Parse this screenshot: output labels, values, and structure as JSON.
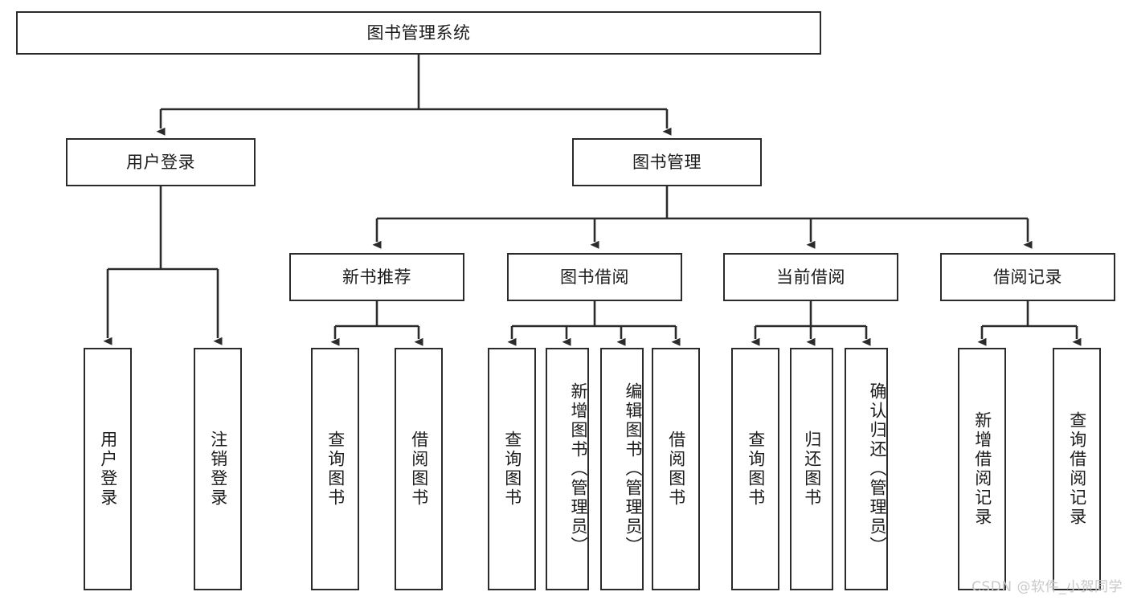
{
  "diagram": {
    "title": "图书管理系统",
    "type": "功能结构图",
    "watermark": "CSDN @软件_小贺同学",
    "colors": {
      "stroke": "#2b2b2b",
      "fill": "#ffffff",
      "text": "#1b1b1b",
      "watermark": "#c8c8c8"
    }
  },
  "nodes": {
    "root": {
      "label": "图书管理系统"
    },
    "level2": [
      {
        "id": "user-login",
        "label": "用户登录"
      },
      {
        "id": "book-manage",
        "label": "图书管理"
      }
    ],
    "level3": [
      {
        "id": "new-book-recommend",
        "label": "新书推荐"
      },
      {
        "id": "book-borrow",
        "label": "图书借阅"
      },
      {
        "id": "current-borrow",
        "label": "当前借阅"
      },
      {
        "id": "borrow-record",
        "label": "借阅记录"
      }
    ],
    "leaves": {
      "user-login": [
        {
          "id": "leaf-user-login",
          "label": "用户登录"
        },
        {
          "id": "leaf-user-logout",
          "label": "注销登录"
        }
      ],
      "new-book-recommend": [
        {
          "id": "leaf-query-book-1",
          "label": "查询图书"
        },
        {
          "id": "leaf-borrow-book-1",
          "label": "借阅图书"
        }
      ],
      "book-borrow": [
        {
          "id": "leaf-query-book-2",
          "label": "查询图书"
        },
        {
          "id": "leaf-add-book",
          "label": "新增图书（管理员）"
        },
        {
          "id": "leaf-edit-book",
          "label": "编辑图书（管理员）"
        },
        {
          "id": "leaf-borrow-book-2",
          "label": "借阅图书"
        }
      ],
      "current-borrow": [
        {
          "id": "leaf-query-book-3",
          "label": "查询图书"
        },
        {
          "id": "leaf-return-book",
          "label": "归还图书"
        },
        {
          "id": "leaf-confirm-return",
          "label": "确认归还（管理员）"
        }
      ],
      "borrow-record": [
        {
          "id": "leaf-add-record",
          "label": "新增借阅记录"
        },
        {
          "id": "leaf-query-record",
          "label": "查询借阅记录"
        }
      ]
    }
  }
}
